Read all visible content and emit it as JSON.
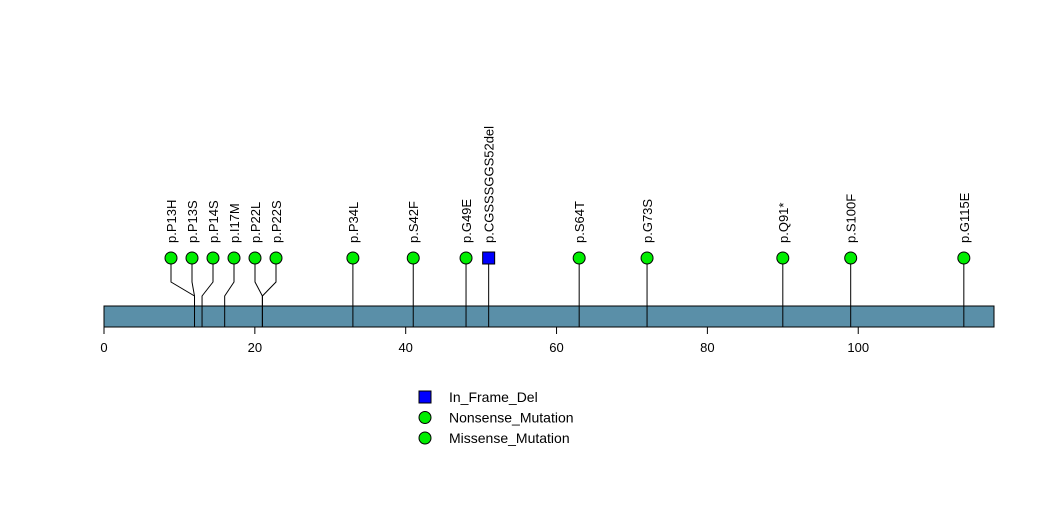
{
  "chart_data": {
    "type": "lollipop",
    "title": "",
    "xlim": [
      0,
      118
    ],
    "x_ticks": [
      "0",
      "20",
      "40",
      "60",
      "80",
      "100"
    ],
    "x_tick_values": [
      0,
      20,
      40,
      60,
      80,
      100
    ],
    "domain_bar_color": "#5a8fa8",
    "mutations": [
      {
        "label": "p.P13H",
        "position": 12,
        "type": "Missense_Mutation"
      },
      {
        "label": "p.P13S",
        "position": 12,
        "type": "Missense_Mutation"
      },
      {
        "label": "p.P14S",
        "position": 13,
        "type": "Missense_Mutation"
      },
      {
        "label": "p.I17M",
        "position": 16,
        "type": "Missense_Mutation"
      },
      {
        "label": "p.P22L",
        "position": 21,
        "type": "Missense_Mutation"
      },
      {
        "label": "p.P22S",
        "position": 21,
        "type": "Missense_Mutation"
      },
      {
        "label": "p.P34L",
        "position": 33,
        "type": "Missense_Mutation"
      },
      {
        "label": "p.S42F",
        "position": 41,
        "type": "Missense_Mutation"
      },
      {
        "label": "p.G49E",
        "position": 48,
        "type": "Missense_Mutation"
      },
      {
        "label": "p.CGSSSGGS52del",
        "position": 51,
        "type": "In_Frame_Del"
      },
      {
        "label": "p.S64T",
        "position": 63,
        "type": "Missense_Mutation"
      },
      {
        "label": "p.G73S",
        "position": 72,
        "type": "Missense_Mutation"
      },
      {
        "label": "p.Q91*",
        "position": 90,
        "type": "Nonsense_Mutation"
      },
      {
        "label": "p.S100F",
        "position": 99,
        "type": "Missense_Mutation"
      },
      {
        "label": "p.G115E",
        "position": 114,
        "type": "Missense_Mutation"
      }
    ],
    "legend": [
      {
        "label": "In_Frame_Del",
        "shape": "square",
        "color": "#0000ff"
      },
      {
        "label": "Nonsense_Mutation",
        "shape": "circle",
        "color": "#00ee00"
      },
      {
        "label": "Missense_Mutation",
        "shape": "circle",
        "color": "#00ee00"
      }
    ],
    "legend_placement": "bottom-center"
  }
}
